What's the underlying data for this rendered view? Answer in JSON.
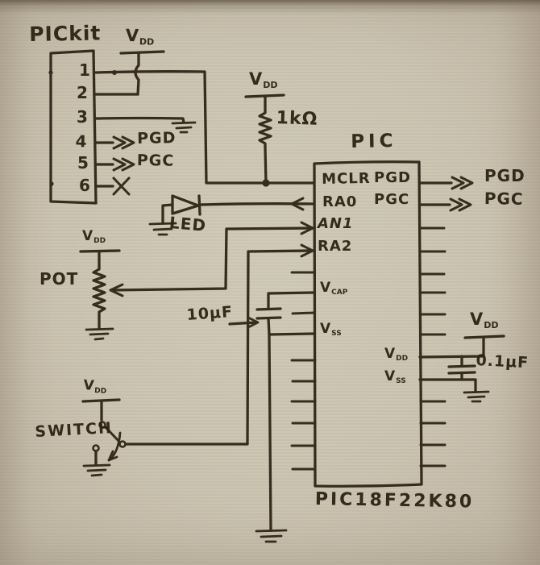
{
  "colors": {
    "paper": "#cbc3b0",
    "ink": "#2b2114"
  },
  "pickit": {
    "title": "PICkit",
    "pins": [
      "1",
      "2",
      "3",
      "4",
      "5",
      "6"
    ],
    "pgd": "PGD",
    "pgc": "PGC",
    "no_connect": "✕"
  },
  "power": {
    "vdd_base": "V",
    "vdd_sub": "DD",
    "vss_base": "V",
    "vss_sub": "SS",
    "vcap_base": "V",
    "vcap_sub": "CAP"
  },
  "components": {
    "pullup_value": "1kΩ",
    "led": "LED",
    "pot": "POT",
    "switch": "SWITCH",
    "cap_vcap": "10μF",
    "cap_bypass": "0.1μF"
  },
  "chip": {
    "title": "PIC",
    "part_number": "PIC18F22K80",
    "left_pins": {
      "mclr": "MCLR",
      "ra0": "RA0",
      "an1": "AN1",
      "ra2": "RA2"
    },
    "right_pins": {
      "pgd": "PGD",
      "pgc": "PGC"
    },
    "ext": {
      "pgd": "PGD",
      "pgc": "PGC"
    }
  }
}
